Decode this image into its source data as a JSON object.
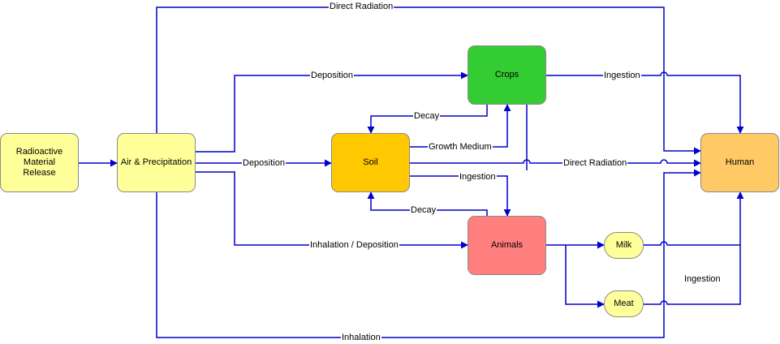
{
  "nodes": {
    "release": {
      "label": "Radioactive\nMaterial\nRelease",
      "color": "#ffff99"
    },
    "air": {
      "label": "Air & Precipitation",
      "color": "#ffff99"
    },
    "soil": {
      "label": "Soil",
      "color": "#ffc800"
    },
    "crops": {
      "label": "Crops",
      "color": "#33cc33"
    },
    "animals": {
      "label": "Animals",
      "color": "#ff7f7f"
    },
    "milk": {
      "label": "Milk",
      "color": "#ffff99"
    },
    "meat": {
      "label": "Meat",
      "color": "#ffff99"
    },
    "human": {
      "label": "Human",
      "color": "#ffc966"
    }
  },
  "edge_labels": {
    "direct_radiation_top": "Direct Radiation",
    "deposition_crops": "Deposition",
    "deposition_soil": "Deposition",
    "decay_crops": "Decay",
    "growth_medium": "Growth Medium",
    "ingestion_crops": "Ingestion",
    "direct_radiation_soil": "Direct Radiation",
    "ingestion_soil": "Ingestion",
    "decay_animals": "Decay",
    "inhalation_deposition": "Inhalation / Deposition",
    "ingestion_products": "Ingestion",
    "inhalation": "Inhalation"
  },
  "colors": {
    "arrow": "#0000cc",
    "border": "#8a8a8a"
  }
}
